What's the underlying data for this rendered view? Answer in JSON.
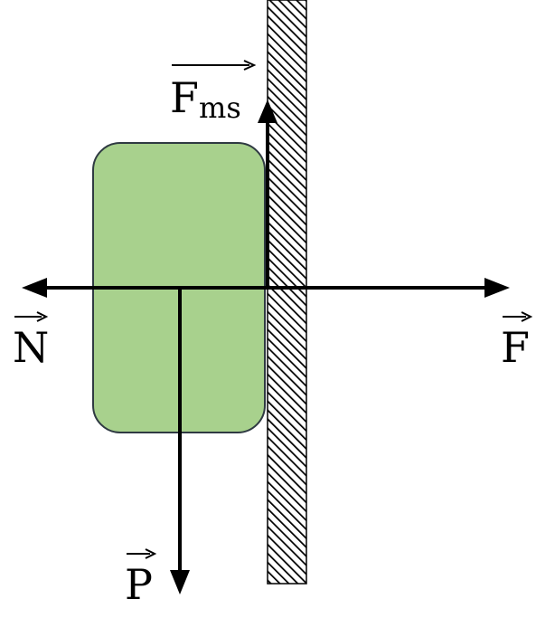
{
  "diagram": {
    "colors": {
      "block_fill": "#a8d18d",
      "block_stroke": "#2f3a42",
      "wall_hatch": "#000000",
      "arrow": "#000000",
      "background": "#ffffff"
    },
    "labels": {
      "friction_main": "F",
      "friction_sub": "ms",
      "normal": "N",
      "force": "F",
      "weight": "P"
    }
  }
}
